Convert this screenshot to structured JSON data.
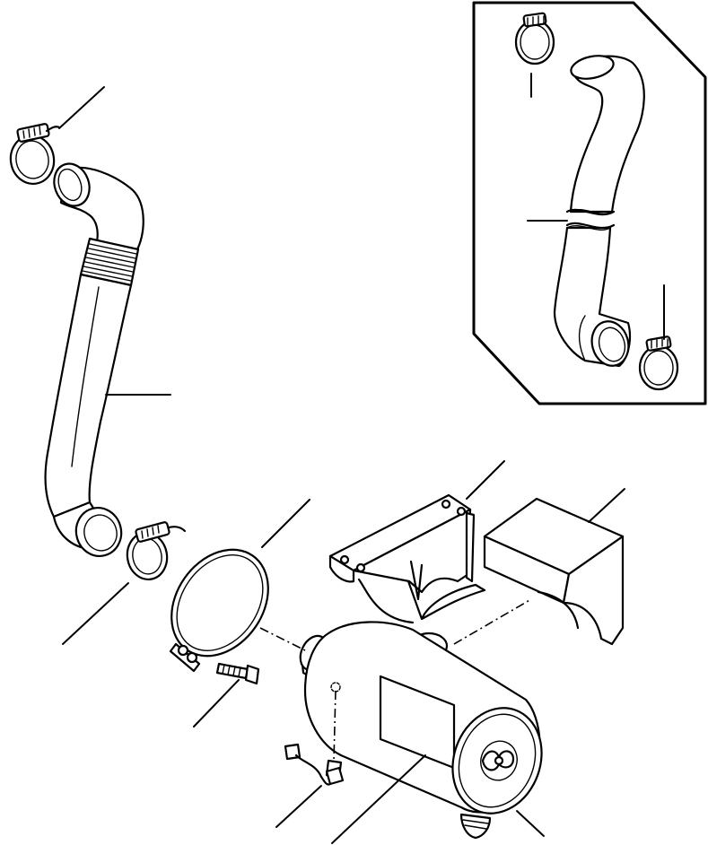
{
  "colors": {
    "line": "#000000",
    "background": "#ffffff"
  },
  "parts": [
    "hose-clamp-upper",
    "intake-hose-long",
    "hose-clamp-lower",
    "band-clamp",
    "bolt",
    "mounting-bracket",
    "bracket-pad",
    "air-cleaner",
    "restriction-indicator-sensor",
    "dust-valve",
    "inset-hose",
    "inset-clamp-top",
    "inset-clamp-bottom"
  ]
}
